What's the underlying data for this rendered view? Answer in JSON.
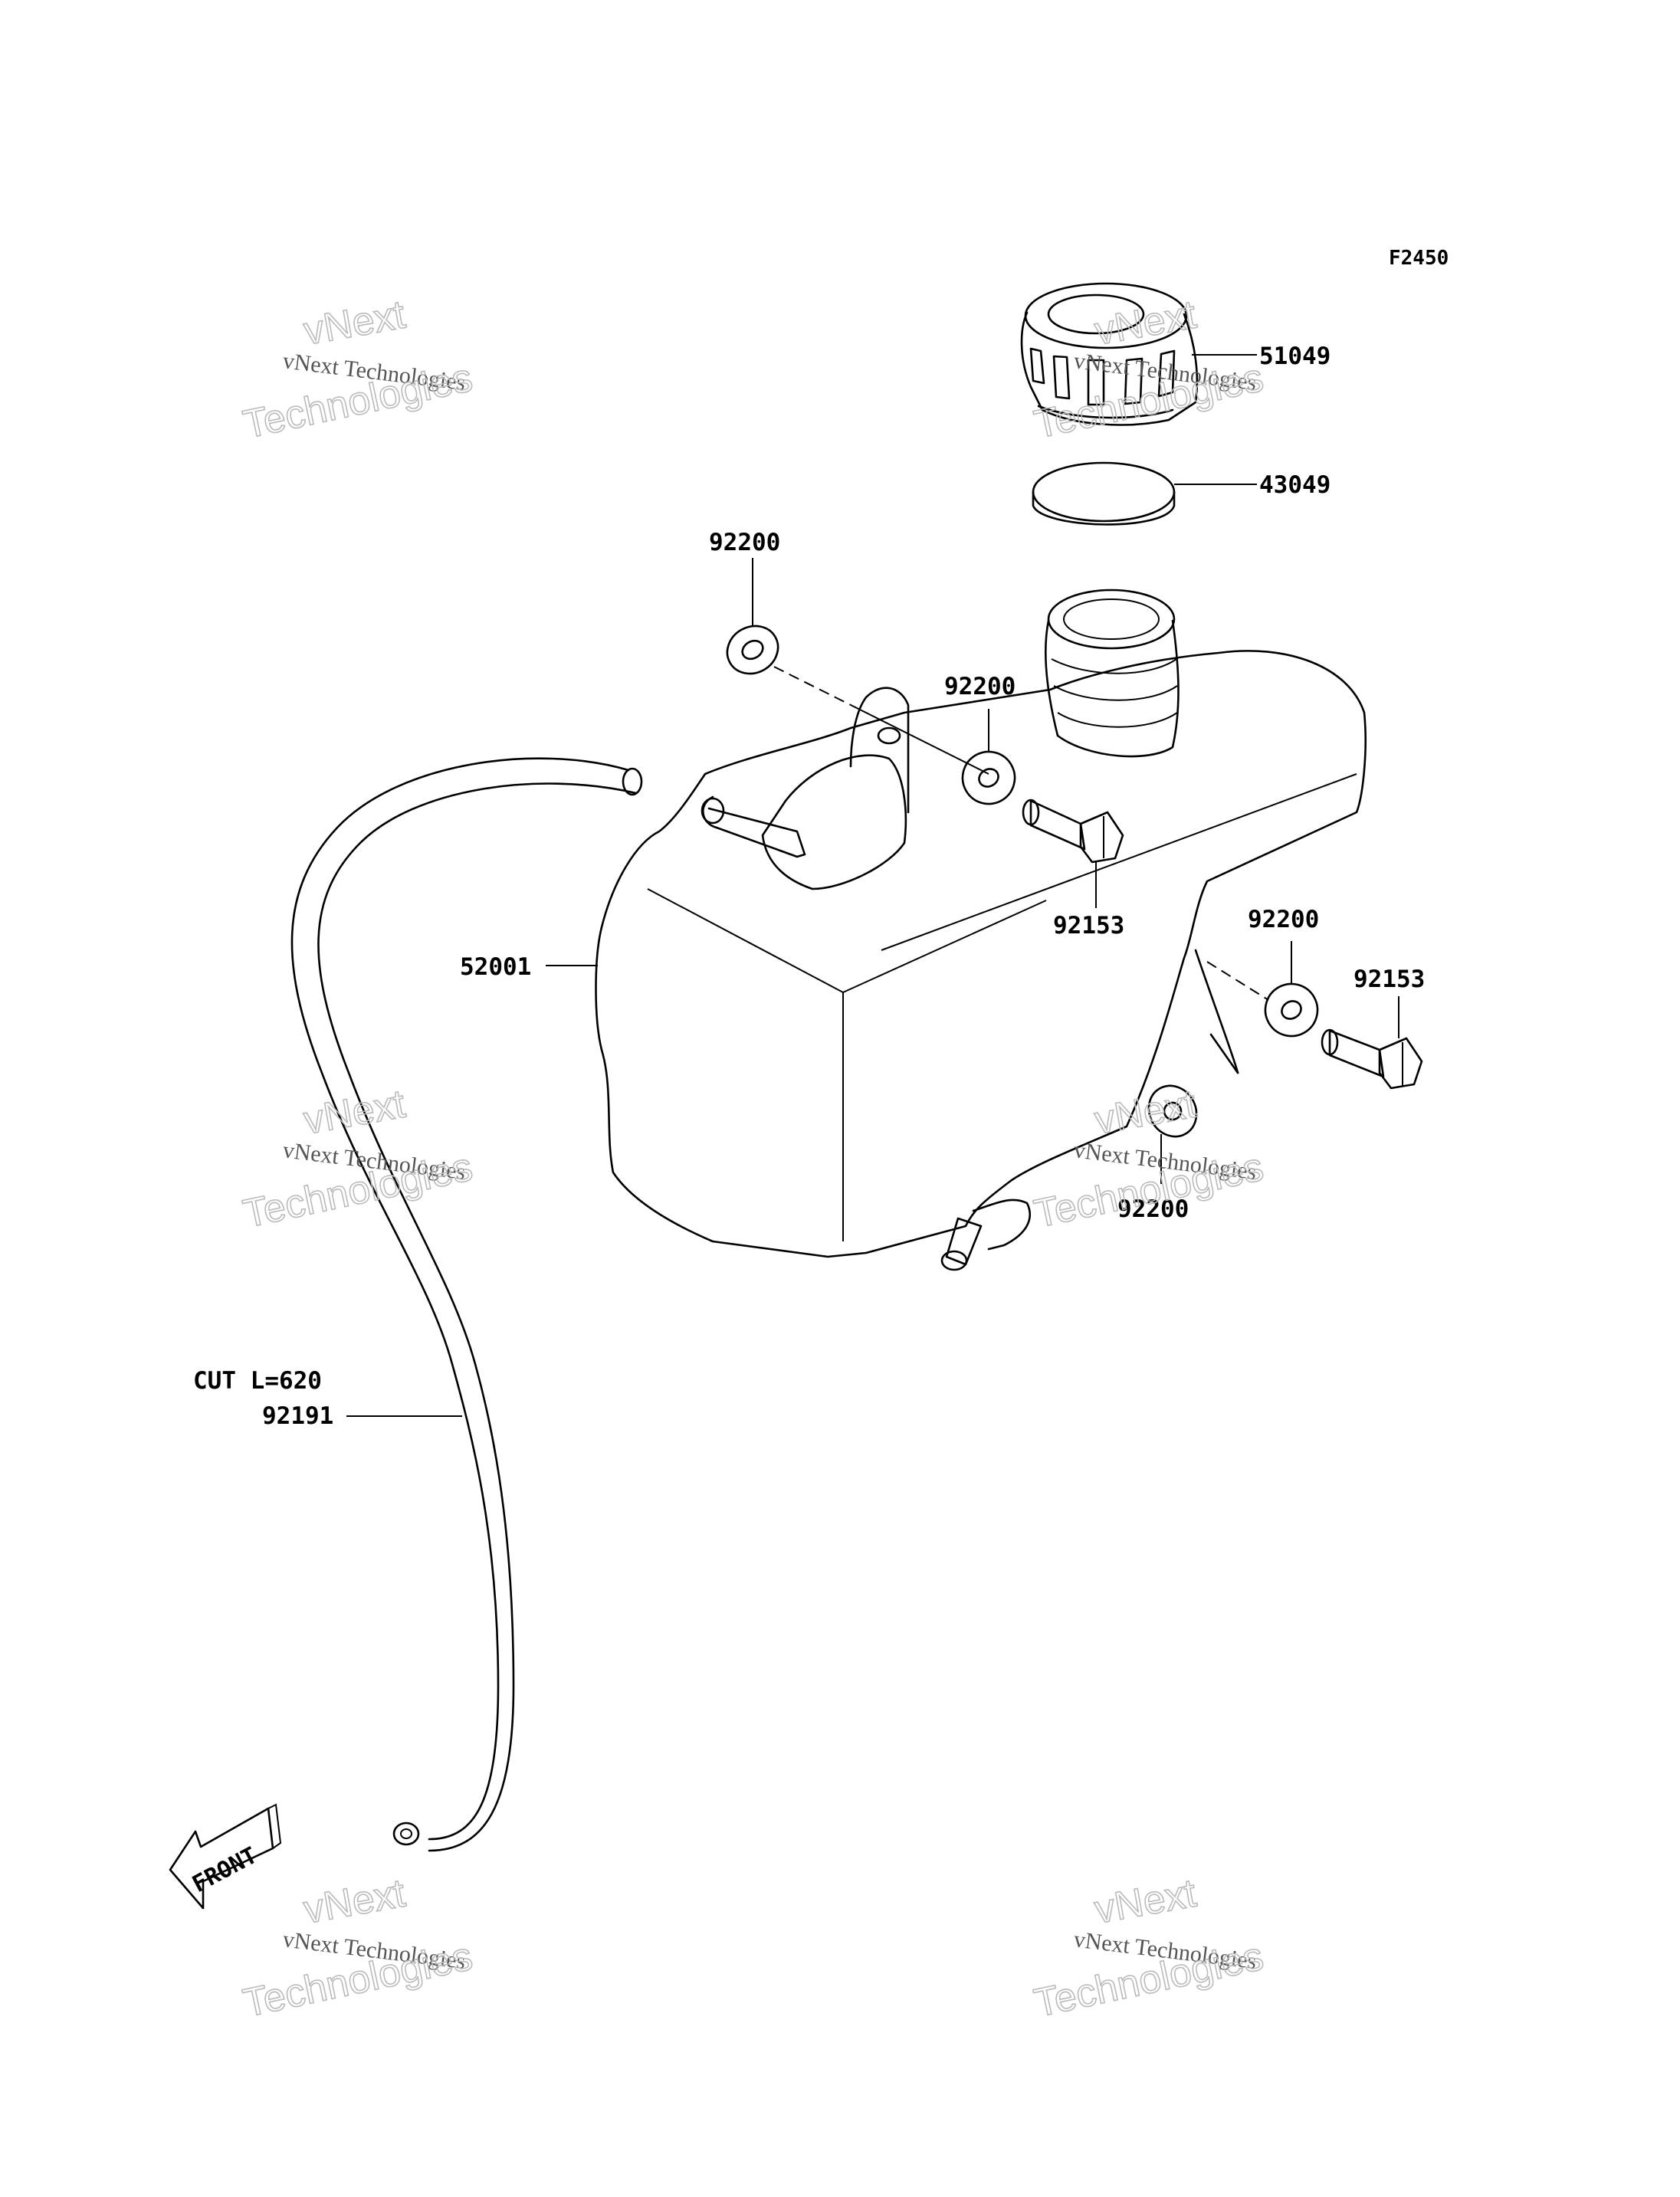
{
  "figure_code": "F2450",
  "parts": {
    "cap": "51049",
    "gasket": "43049",
    "washer_top": "92200",
    "washer_mid": "92200",
    "bolt_mid": "92153",
    "washer_right": "92200",
    "bolt_right": "92153",
    "washer_low": "92200",
    "tank": "52001",
    "hose": "92191"
  },
  "hose_cut": "CUT L=620",
  "front_arrow": "FRONT",
  "watermark": {
    "top": "vNext",
    "line": "vNext Technologies",
    "big": "Technologies"
  }
}
